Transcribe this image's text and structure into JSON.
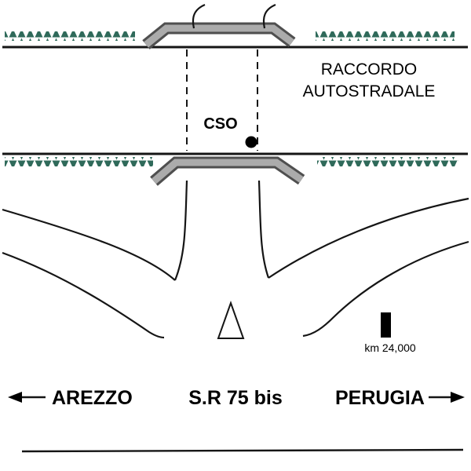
{
  "diagram": {
    "highway_label_line1": "RACCORDO",
    "highway_label_line2": "AUTOSTRADALE",
    "station_label": "CSO",
    "km_marker_label": "km 24,000",
    "destination_left": "AREZZO",
    "road_label": "S.R 75 bis",
    "destination_right": "PERUGIA",
    "colors": {
      "hatch_green": "#2f6a5a",
      "bridge_fill": "#ababab",
      "bridge_outline": "#4f4f4f"
    }
  }
}
